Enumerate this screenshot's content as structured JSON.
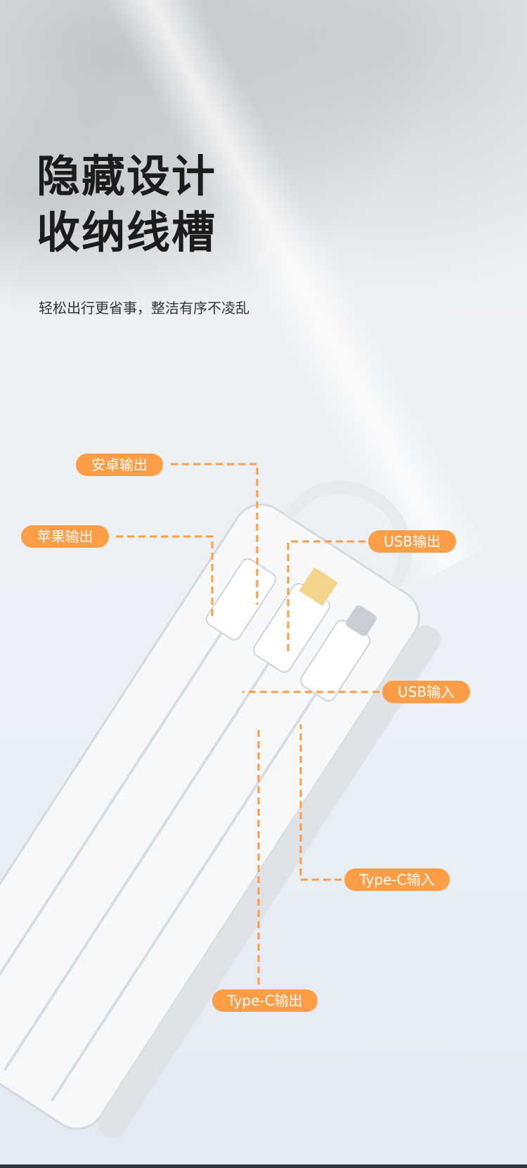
{
  "headline": {
    "line1": "隐藏设计",
    "line2": "收纳线槽"
  },
  "subtitle": "轻松出行更省事，整洁有序不凌乱",
  "callouts": {
    "android_out": "安卓输出",
    "apple_out": "苹果输出",
    "usb_out": "USB输出",
    "usb_in": "USB输入",
    "typec_in": "Type-C输入",
    "typec_out": "Type-C输出"
  },
  "colors": {
    "accent": "#fd9d45",
    "title": "#1c1c1c"
  }
}
